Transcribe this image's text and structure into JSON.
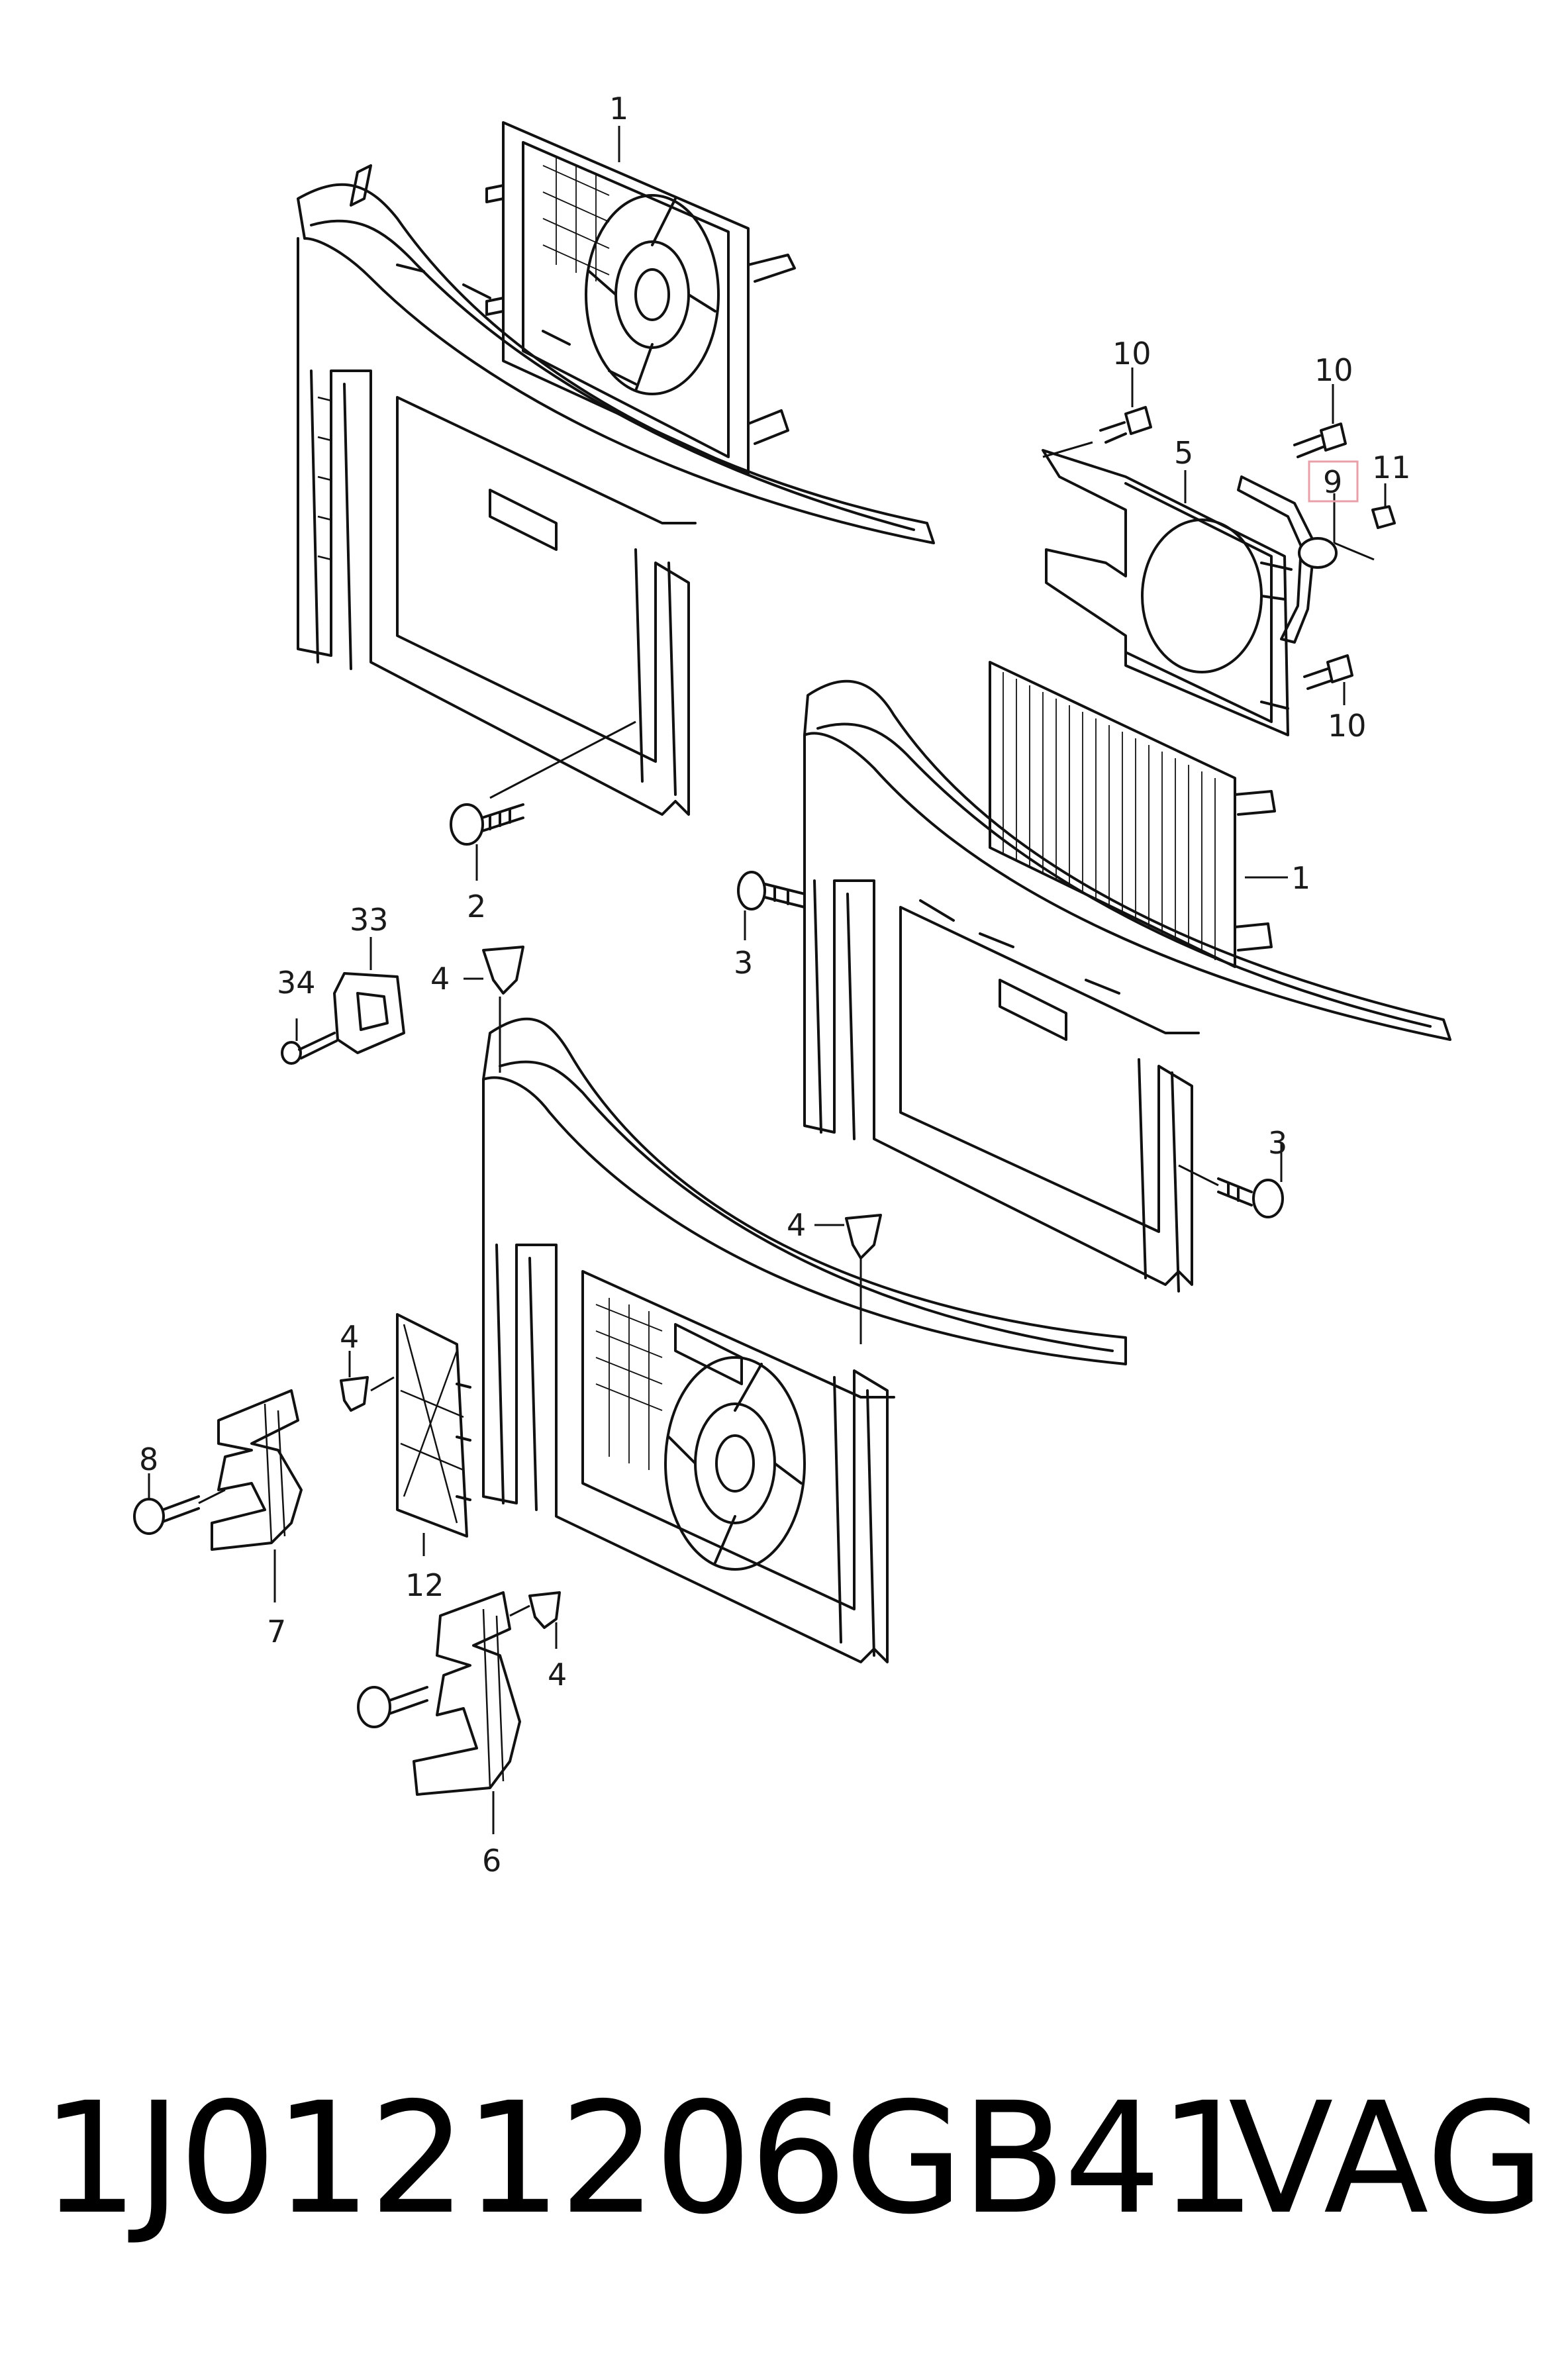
{
  "callouts": {
    "c1_top": "1",
    "c10_a": "10",
    "c10_b": "10",
    "c10_c": "10",
    "c5": "5",
    "c9": "9",
    "c11": "11",
    "c1_right": "1",
    "c2": "2",
    "c33": "33",
    "c34": "34",
    "c4_a": "4",
    "c3_a": "3",
    "c3_b": "3",
    "c4_b": "4",
    "c4_c": "4",
    "c8": "8",
    "c12": "12",
    "c7": "7",
    "c4_d": "4",
    "c6": "6"
  },
  "highlight_color": "#e8a0a8",
  "footer": {
    "part_number": "1J0121206GB41",
    "brand": "VAG"
  }
}
